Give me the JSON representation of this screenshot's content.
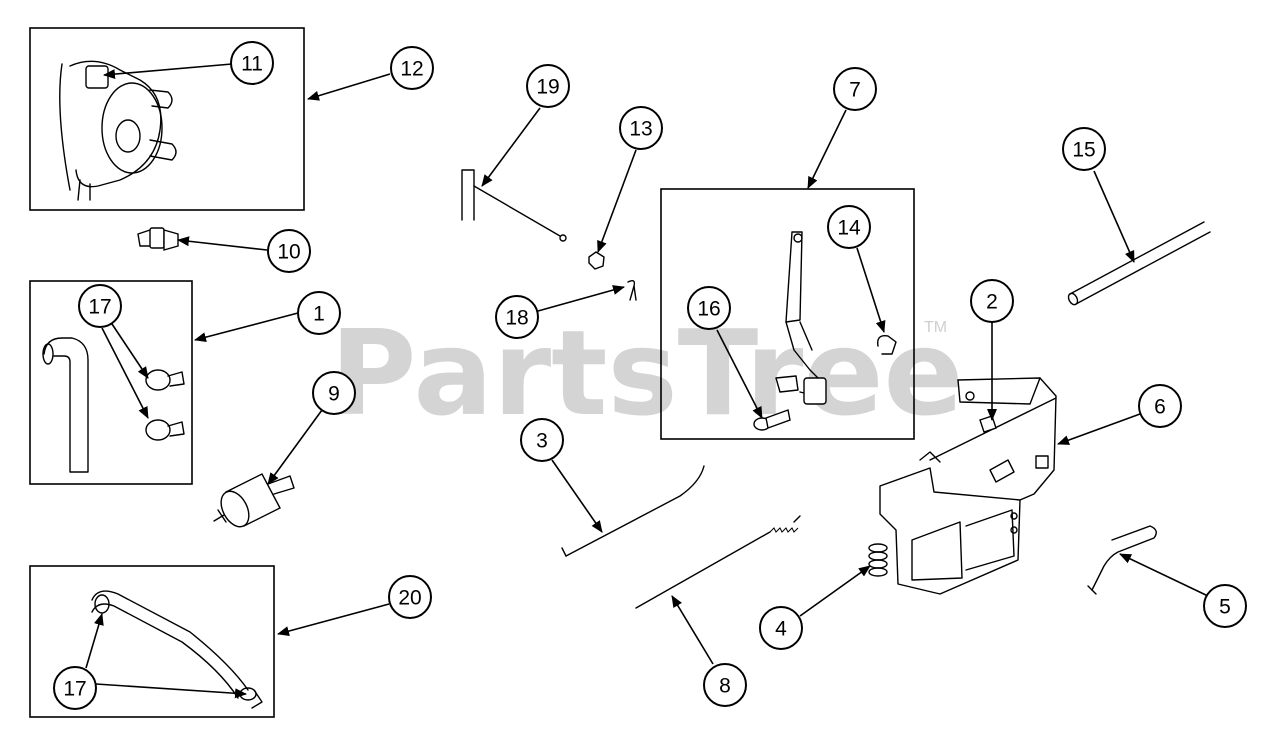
{
  "watermark": {
    "text": "PartsTree",
    "trademark": "TM"
  },
  "callouts": [
    {
      "id": "c11",
      "label": "11"
    },
    {
      "id": "c12",
      "label": "12"
    },
    {
      "id": "c10",
      "label": "10"
    },
    {
      "id": "c17a",
      "label": "17"
    },
    {
      "id": "c1",
      "label": "1"
    },
    {
      "id": "c9",
      "label": "9"
    },
    {
      "id": "c20",
      "label": "20"
    },
    {
      "id": "c17b",
      "label": "17"
    },
    {
      "id": "c19",
      "label": "19"
    },
    {
      "id": "c13",
      "label": "13"
    },
    {
      "id": "c18",
      "label": "18"
    },
    {
      "id": "c7",
      "label": "7"
    },
    {
      "id": "c14",
      "label": "14"
    },
    {
      "id": "c16",
      "label": "16"
    },
    {
      "id": "c3",
      "label": "3"
    },
    {
      "id": "c8",
      "label": "8"
    },
    {
      "id": "c4",
      "label": "4"
    },
    {
      "id": "c15",
      "label": "15"
    },
    {
      "id": "c2",
      "label": "2"
    },
    {
      "id": "c6",
      "label": "6"
    },
    {
      "id": "c5",
      "label": "5"
    }
  ]
}
